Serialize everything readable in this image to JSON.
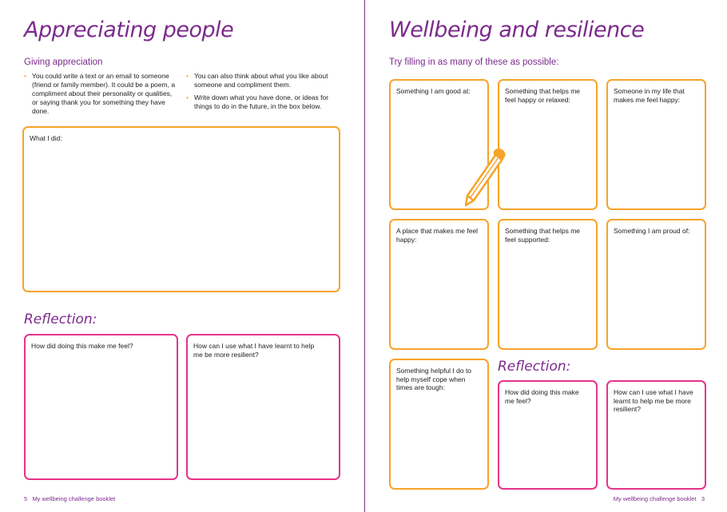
{
  "left": {
    "title": "Appreciating people",
    "subtitle": "Giving appreciation",
    "bullets_col1": [
      "You could write a text or an email to someone (friend or family member). It could be a poem, a compliment about their personality or qualities, or saying thank you for something they have done."
    ],
    "bullets_col2": [
      "You can also think about what you like about someone and compliment them.",
      "Write down what you have done, or ideas for things to do in the future, in the box below."
    ],
    "box_label": "What I did:",
    "reflection_title": "Reflection:",
    "reflection_q1": "How did doing this make me feel?",
    "reflection_q2": "How can I use what I have learnt to help me be more resilient?",
    "page_number": "5",
    "footer": "My wellbeing challenge booklet"
  },
  "right": {
    "title": "Wellbeing and resilience",
    "subtitle": "Try filling in as many of these as possible:",
    "boxes": [
      "Something I am good at:",
      "Something that helps me feel happy or relaxed:",
      "Someone in my life that makes me feel happy:",
      "A place that makes me feel happy:",
      "Something that helps me feel supported:",
      "Something I am proud of:",
      "Something helpful I do to help myself cope when times are tough:"
    ],
    "reflection_title": "Reflection:",
    "reflection_q1": "How did doing this make me feel?",
    "reflection_q2": "How can I use what I have learnt to help me be more resilient?",
    "footer": "My wellbeing challenge booklet",
    "page_number": "3"
  },
  "colors": {
    "purple": "#7b2a8c",
    "orange": "#f5a42a",
    "pink": "#e6338a"
  }
}
